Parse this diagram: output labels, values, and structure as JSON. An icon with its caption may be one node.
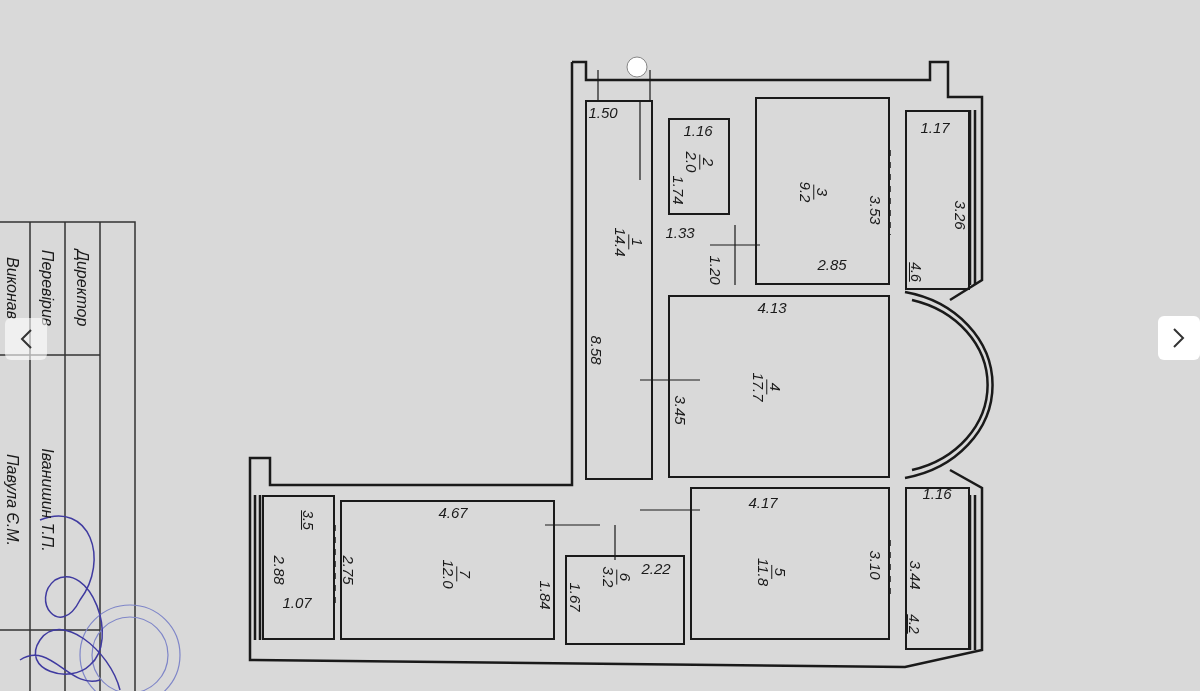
{
  "diagram": {
    "nodes": [
      {
        "text": [
          "1",
          "14.4"
        ]
      },
      {
        "text": [
          "2",
          "2.0"
        ]
      },
      {
        "text": [
          "3",
          "9.2"
        ]
      },
      {
        "text": [
          "4.6"
        ]
      },
      {
        "text": [
          "4",
          "17.7"
        ]
      },
      {
        "text": [
          "5",
          "11.8"
        ]
      },
      {
        "text": [
          "4.2"
        ]
      },
      {
        "text": [
          "6",
          "3.2"
        ]
      },
      {
        "text": [
          "7",
          "12.0"
        ]
      },
      {
        "text": [
          "3.5"
        ]
      }
    ],
    "labels": [
      "1.50",
      "1.16",
      "1.74",
      "1.33",
      "1.17",
      "3.53",
      "3.26",
      "1.20",
      "2.85",
      "4.13",
      "8.58",
      "3.45",
      "1.16",
      "4.17",
      "3.44",
      "3.10",
      "4.67",
      "2.22",
      "2.88",
      "2.75",
      "1.84",
      "1.67",
      "1.07",
      "Директор",
      "Перевірив",
      "Іванишин Т.П.",
      "Виконав",
      "Павула Є.М."
    ]
  }
}
